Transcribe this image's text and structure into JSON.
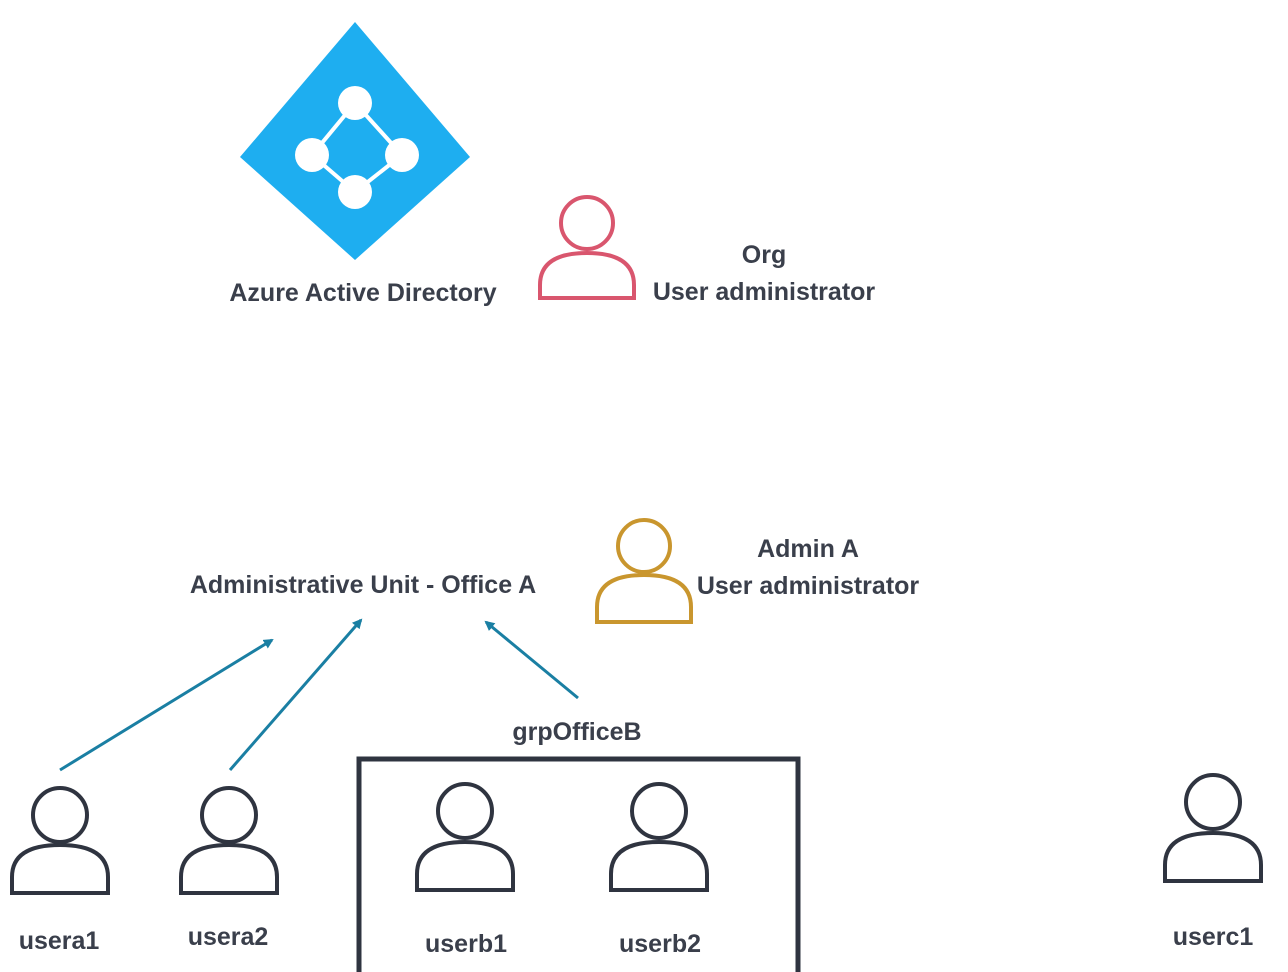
{
  "azure": {
    "label": "Azure Active Directory",
    "color": "#1eaef0"
  },
  "org_admin": {
    "line1": "Org",
    "line2": "User administrator",
    "color": "#d9566e"
  },
  "admin_unit": {
    "label": "Administrative Unit - Office A"
  },
  "admin_a": {
    "line1": "Admin A",
    "line2": "User administrator",
    "color": "#c9962e"
  },
  "group": {
    "label": "grpOfficeB"
  },
  "users": {
    "usera1": "usera1",
    "usera2": "usera2",
    "userb1": "userb1",
    "userb2": "userb2",
    "userc1": "userc1"
  },
  "colors": {
    "arrow": "#1a7fa3",
    "user_stroke": "#2f3440",
    "text": "#3a3f4b"
  }
}
